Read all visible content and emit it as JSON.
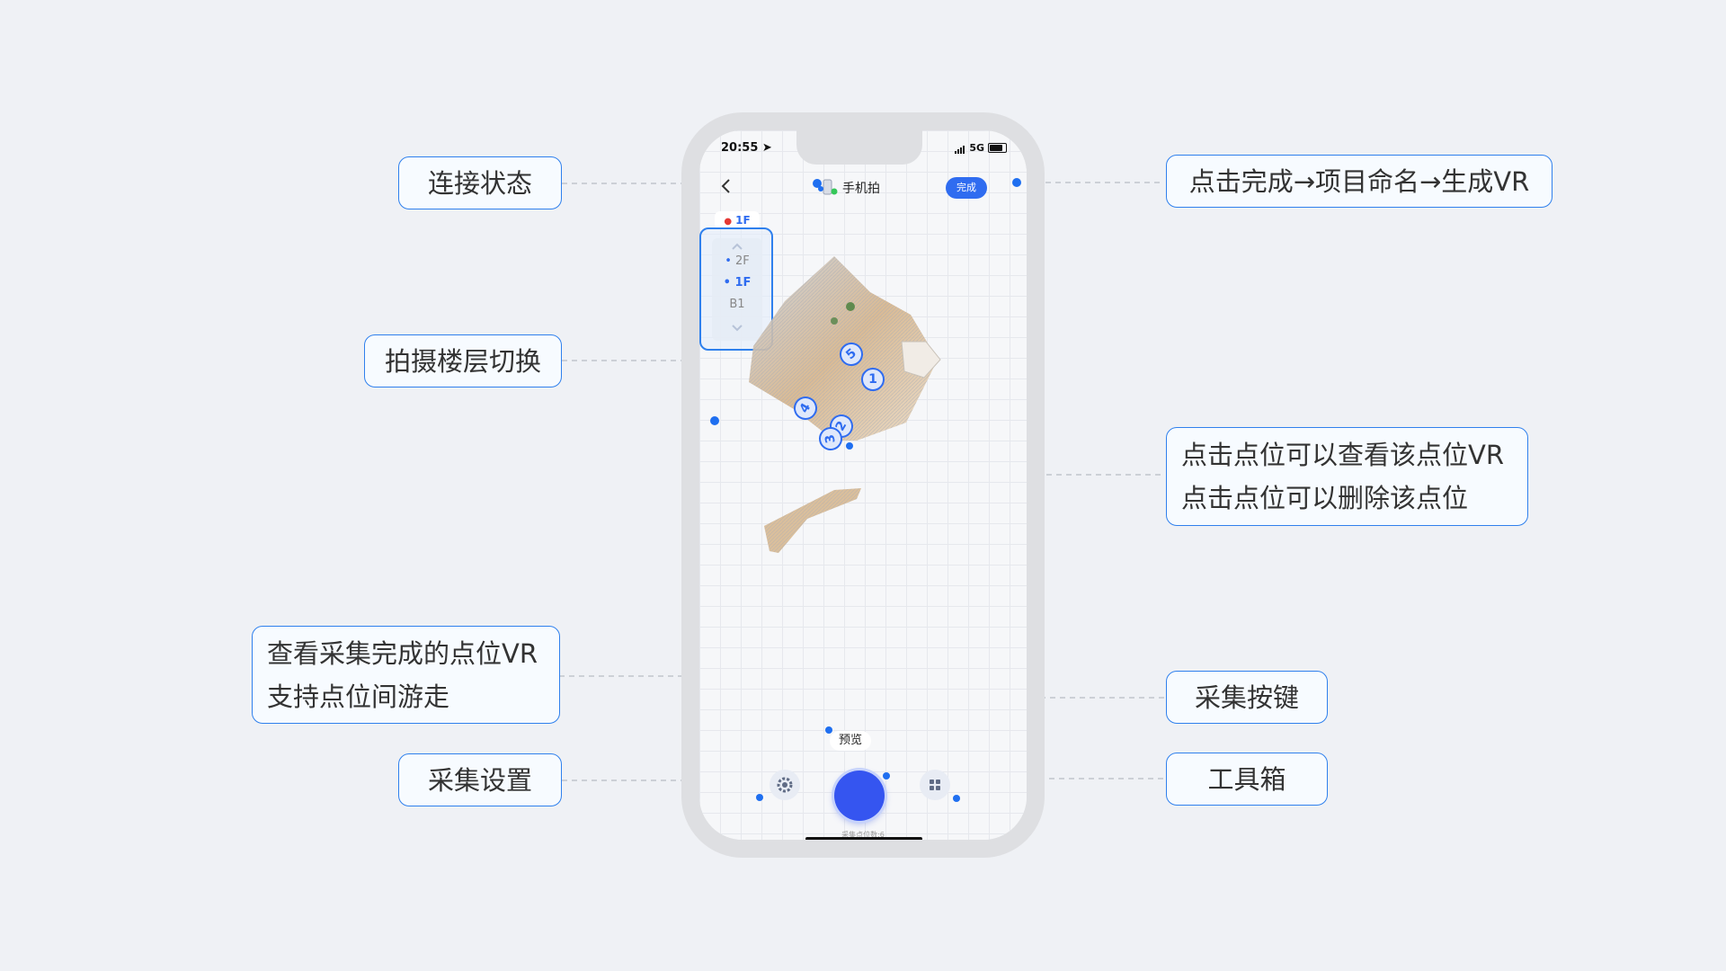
{
  "callouts": {
    "connection_status": "连接状态",
    "floor_switch": "拍摄楼层切换",
    "view_collected_line1": "查看采集完成的点位VR",
    "view_collected_line2": "支持点位间游走",
    "capture_settings": "采集设置",
    "done_flow": "点击完成→项目命名→生成VR",
    "point_action_line1": "点击点位可以查看该点位VR",
    "point_action_line2": "点击点位可以删除该点位",
    "capture_button": "采集按键",
    "toolbox": "工具箱"
  },
  "phone": {
    "status_bar": {
      "time": "20:55",
      "network": "5G"
    },
    "header": {
      "mode_label": "手机拍",
      "done_label": "完成"
    },
    "floor": {
      "current": "1F",
      "options": [
        "2F",
        "1F",
        "B1"
      ],
      "active_index": 1
    },
    "scan_points": [
      "5",
      "1",
      "4",
      "2",
      "3"
    ],
    "preview_label": "预览",
    "capture_count_label": "采集点位数:6"
  },
  "colors": {
    "accent": "#2f6cf0",
    "capture": "#3555f0",
    "callout_border": "#2f80ed"
  },
  "icons": [
    "back-chevron-icon",
    "phone-device-icon",
    "location-arrow-icon",
    "signal-icon",
    "battery-icon",
    "gear-icon",
    "grid-apps-icon",
    "chevron-up-icon",
    "chevron-down-icon"
  ]
}
